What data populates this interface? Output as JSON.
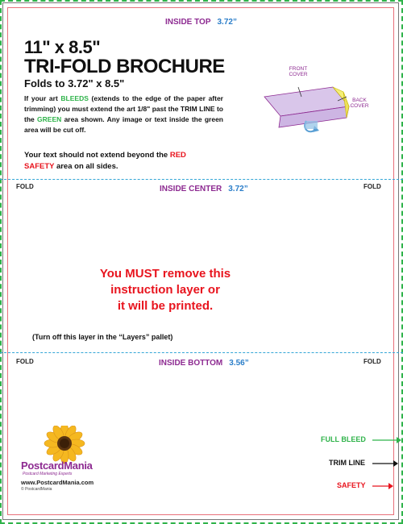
{
  "panels": {
    "top": {
      "label": "INSIDE TOP",
      "size": "3.72”"
    },
    "center": {
      "label": "INSIDE CENTER",
      "size": "3.72”"
    },
    "bottom": {
      "label": "INSIDE BOTTOM",
      "size": "3.56”"
    }
  },
  "fold_label": "FOLD",
  "title": {
    "size": "11\" x 8.5\"",
    "main": "TRI-FOLD BROCHURE",
    "folds": "Folds to 3.72\" x 8.5\""
  },
  "bleed_text": {
    "part1": "If your art ",
    "bleeds_word": "BLEEDS",
    "part2": " (extends to the edge of the paper after trimming) you must extend the art 1/8\" past the TRIM LINE to the ",
    "green_word": "GREEN",
    "part3": " area shown. Any image or text inside the green area will be cut off."
  },
  "safety_text": {
    "part1": "Your text should not extend beyond the ",
    "red_word": "RED",
    "newline_word": "SAFETY",
    "part2": " area on all sides."
  },
  "diagram": {
    "front_cover": "FRONT",
    "front_cover2": "COVER",
    "back_cover": "BACK",
    "back_cover2": "COVER"
  },
  "warning": {
    "line1": "You MUST remove this",
    "line2": "instruction layer or",
    "line3": "it will be printed."
  },
  "turn_off": "(Turn off this layer in the “Layers” pallet)",
  "logo": {
    "name": "PostcardMania",
    "tagline": "Postcard Marketing Experts",
    "url": "www.PostcardMania.com",
    "copyright": "© PostcardMania"
  },
  "legend": {
    "full_bleed": "FULL BLEED",
    "trim_line": "TRIM LINE",
    "safety": "SAFETY"
  },
  "colors": {
    "bleed": "#2fb34a",
    "trim": "#111111",
    "safety": "#e8141e",
    "fold": "#34a6d6",
    "panel_label": "#8d2a91",
    "dimension": "#2b7ec9"
  }
}
